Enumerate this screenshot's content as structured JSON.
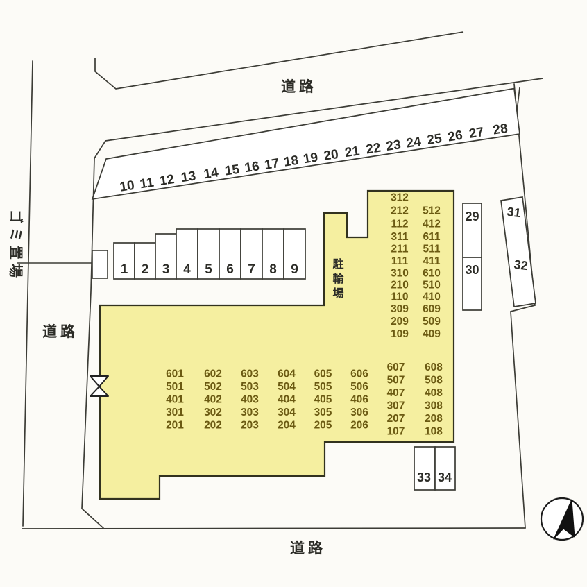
{
  "site_plan": {
    "road_labels": {
      "top": "道路",
      "left": "道路",
      "bottom": "道路"
    },
    "garbage_area_label": "ゴミ置場",
    "bicycle_parking_label": "駐輪場",
    "parking_spaces": {
      "top_row": [
        "10",
        "11",
        "12",
        "13",
        "14",
        "15",
        "16",
        "17",
        "18",
        "19",
        "20",
        "21",
        "22",
        "23",
        "24",
        "25",
        "26",
        "27",
        "28"
      ],
      "middle_row": [
        "1",
        "2",
        "3",
        "4",
        "5",
        "6",
        "7",
        "8",
        "9"
      ],
      "east_column": [
        "29",
        "30"
      ],
      "far_east_column": [
        "31",
        "32"
      ],
      "south_pair": [
        "33",
        "34"
      ]
    },
    "building": {
      "north_wing_cells": [
        [
          [
            "312",
            ""
          ],
          [
            "212",
            "512"
          ],
          [
            "112",
            "412"
          ]
        ],
        [
          [
            "311",
            "611"
          ],
          [
            "211",
            "511"
          ],
          [
            "111",
            "411"
          ]
        ],
        [
          [
            "310",
            "610"
          ],
          [
            "210",
            "510"
          ],
          [
            "110",
            "410"
          ]
        ],
        [
          [
            "309",
            "609"
          ],
          [
            "209",
            "509"
          ],
          [
            "109",
            "409"
          ]
        ]
      ],
      "main_cells": [
        [
          "601",
          "501",
          "401",
          "301",
          "201"
        ],
        [
          "602",
          "502",
          "402",
          "302",
          "202"
        ],
        [
          "603",
          "503",
          "403",
          "303",
          "203"
        ],
        [
          "604",
          "504",
          "404",
          "304",
          "204"
        ],
        [
          "605",
          "505",
          "405",
          "305",
          "205"
        ],
        [
          "606",
          "506",
          "406",
          "306",
          "206"
        ],
        [
          "607",
          "507",
          "407",
          "307",
          "207",
          "107"
        ],
        [
          "608",
          "508",
          "408",
          "308",
          "208",
          "108"
        ]
      ]
    },
    "colors": {
      "background": "#fcfbf7",
      "building_fill": "#f5efa0",
      "building_stroke": "#32321f",
      "room_text": "#6b5a12",
      "line_color": "#3c3c36",
      "text_color": "#2c2c27",
      "compass_fill": "#111111"
    }
  }
}
